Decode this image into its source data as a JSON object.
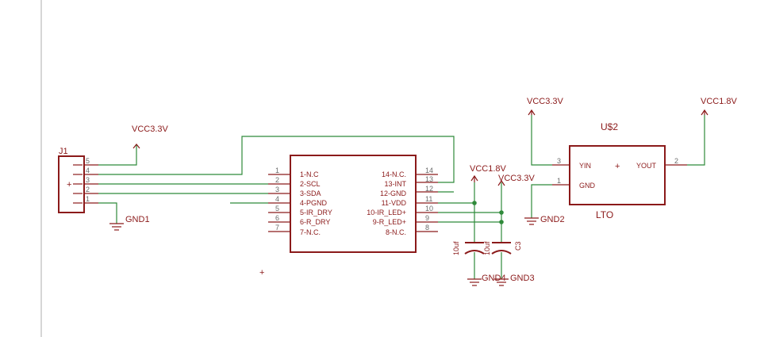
{
  "connector": {
    "name": "J1",
    "pins": [
      "5",
      "4",
      "3",
      "2",
      "1"
    ]
  },
  "sensor": {
    "left_pins": [
      {
        "num": "1",
        "label": "1-N.C"
      },
      {
        "num": "2",
        "label": "2-SCL"
      },
      {
        "num": "3",
        "label": "3-SDA"
      },
      {
        "num": "4",
        "label": "4-PGND"
      },
      {
        "num": "5",
        "label": "5-IR_DRY"
      },
      {
        "num": "6",
        "label": "6-R_DRY"
      },
      {
        "num": "7",
        "label": "7-N.C."
      }
    ],
    "right_pins": [
      {
        "num": "14",
        "label": "14-N.C."
      },
      {
        "num": "13",
        "label": "13-INT"
      },
      {
        "num": "12",
        "label": "12-GND"
      },
      {
        "num": "11",
        "label": "11-VDD"
      },
      {
        "num": "10",
        "label": "10-IR_LED+"
      },
      {
        "num": "9",
        "label": "9-R_LED+"
      },
      {
        "num": "8",
        "label": "8-N.C."
      }
    ]
  },
  "regulator": {
    "name": "U$2",
    "value": "LTO",
    "yin_label": "YIN",
    "gnd_label": "GND",
    "yout_label": "YOUT",
    "pin_yin": "3",
    "pin_gnd": "1",
    "pin_yout": "2"
  },
  "power": {
    "vcc_j1": "VCC3.3V",
    "vcc_c1": "VCC1.8V",
    "vcc_c3": "VCC3.3V",
    "vcc_reg_in": "VCC3.3V",
    "vcc_reg_out": "VCC1.8V",
    "gnd1": "GND1",
    "gnd2": "GND2",
    "gnd4": "GND4",
    "gnd3": "GND3"
  },
  "capacitors": {
    "c1_value": "10uf",
    "c3_value": "10uf",
    "c3_name": "C3"
  },
  "colors": {
    "symbol": "#8b1a1a",
    "wire": "#2f8a3a",
    "frame": "#c9c9c9"
  }
}
